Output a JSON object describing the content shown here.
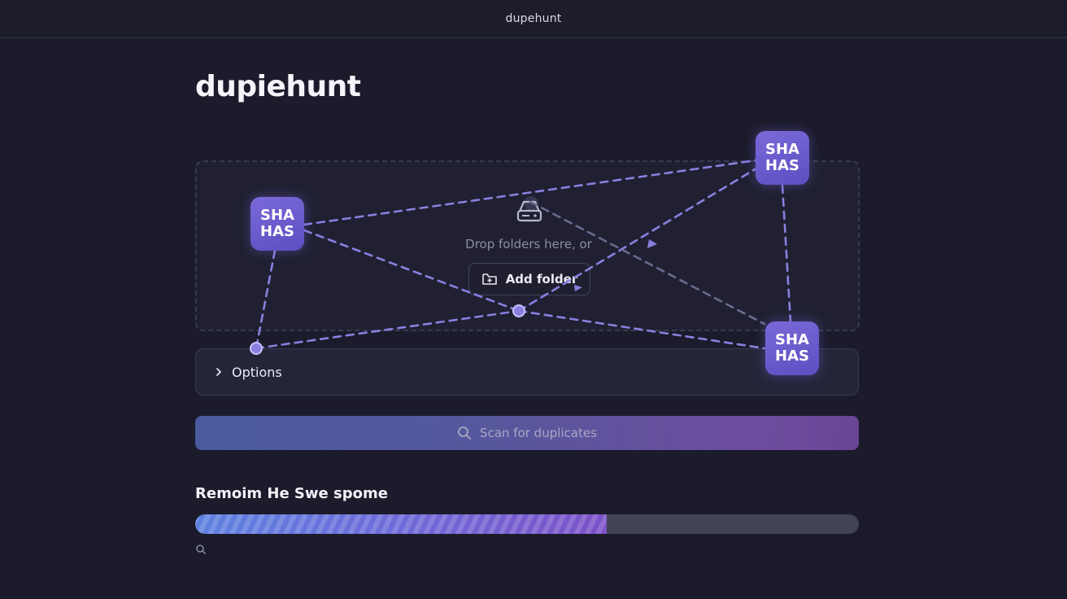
{
  "window": {
    "title": "dupehunt"
  },
  "app": {
    "title": "dupiehunt"
  },
  "dropzone": {
    "prompt": "Drop folders here, or",
    "add_folder_label": "Add folder",
    "icon": "hard-drive-icon"
  },
  "options": {
    "label": "Options",
    "icon": "chevron-right-icon"
  },
  "scan": {
    "label": "Scan for duplicates",
    "icon": "search-icon"
  },
  "progress": {
    "label": "Remoim  He Swe spome",
    "fraction": 0.62
  },
  "badges": [
    {
      "line1": "SHA",
      "line2": "HAS"
    },
    {
      "line1": "SHA",
      "line2": "HAS"
    },
    {
      "line1": "SHA",
      "line2": "HAS"
    }
  ],
  "colors": {
    "background": "#1b1b2b",
    "accent": "#7a6ad8",
    "link_line": "#8b7fe0"
  }
}
